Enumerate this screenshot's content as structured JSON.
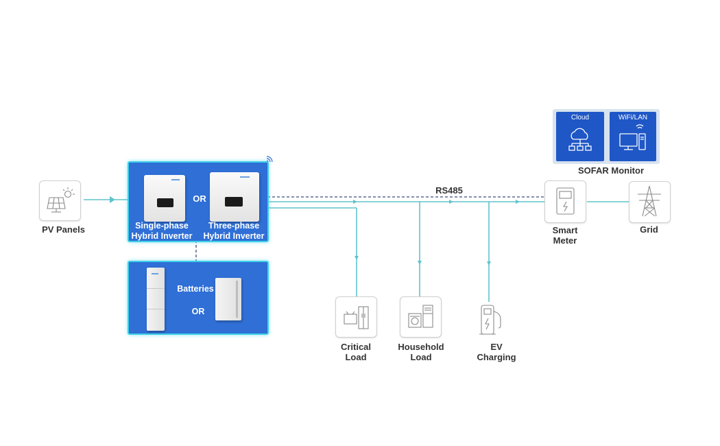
{
  "nodes": {
    "pv_panels": "PV Panels",
    "inverter_connector": "OR",
    "single_phase": [
      "Single-phase",
      "Hybrid Inverter"
    ],
    "three_phase": [
      "Three-phase",
      "Hybrid Inverter"
    ],
    "batteries": "Batteries",
    "battery_connector": "OR",
    "critical_load": [
      "Critical",
      "Load"
    ],
    "household_load": [
      "Household",
      "Load"
    ],
    "ev_charging": [
      "EV",
      "Charging"
    ],
    "smart_meter": [
      "Smart",
      "Meter"
    ],
    "grid": "Grid"
  },
  "monitor": {
    "cloud_label": "Cloud",
    "wifi_label": "WiFi/LAN",
    "title": "SOFAR Monitor"
  },
  "link_label": "RS485",
  "colors": {
    "power_line": "#5fc3cc",
    "comm_line": "#3a4a7a",
    "panel_blue": "#2f6fd6",
    "tile_blue": "#1f57c6",
    "glow": "#3fd0e8"
  },
  "icons": [
    "solar-panel-icon",
    "wifi-signal-icon",
    "cloud-network-icon",
    "computer-icon",
    "meter-icon",
    "pylon-icon",
    "tv-fridge-icon",
    "washer-fridge-icon",
    "ev-charger-icon"
  ]
}
